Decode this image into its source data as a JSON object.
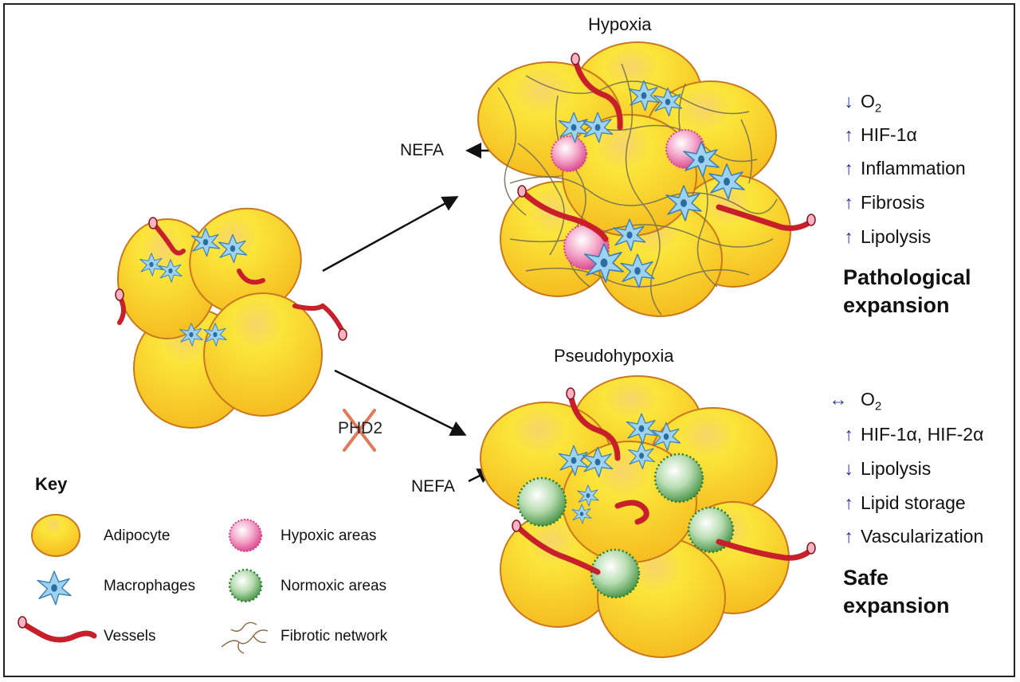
{
  "panel_titles": {
    "top": "Hypoxia",
    "bottom": "Pseudohypoxia"
  },
  "labels": {
    "nefa_top": "NEFA",
    "nefa_bottom": "NEFA",
    "phd2": "PHD2"
  },
  "top_effects": [
    {
      "dir": "down",
      "symbol": "↓",
      "text": "O",
      "sub": "2"
    },
    {
      "dir": "up",
      "symbol": "↑",
      "text": "HIF-1α"
    },
    {
      "dir": "up",
      "symbol": "↑",
      "text": "Inflammation"
    },
    {
      "dir": "up",
      "symbol": "↑",
      "text": "Fibrosis"
    },
    {
      "dir": "up",
      "symbol": "↑",
      "text": "Lipolysis"
    }
  ],
  "top_verdict": {
    "line1": "Pathological",
    "line2": "expansion"
  },
  "bottom_effects": [
    {
      "dir": "both",
      "symbol": "↔",
      "text": "O",
      "sub": "2"
    },
    {
      "dir": "up",
      "symbol": "↑",
      "text": "HIF-1α, HIF-2α"
    },
    {
      "dir": "down",
      "symbol": "↓",
      "text": "Lipolysis"
    },
    {
      "dir": "up",
      "symbol": "↑",
      "text": "Lipid storage"
    },
    {
      "dir": "up",
      "symbol": "↑",
      "text": "Vascularization"
    }
  ],
  "bottom_verdict": {
    "line1": "Safe",
    "line2": "expansion"
  },
  "key": {
    "title": "Key",
    "items": [
      {
        "label": "Adipocyte",
        "icon": "adipocyte-icon"
      },
      {
        "label": "Macrophages",
        "icon": "macrophage-icon"
      },
      {
        "label": "Vessels",
        "icon": "vessel-icon"
      },
      {
        "label": "Hypoxic areas",
        "icon": "hypoxic-area-icon"
      },
      {
        "label": "Normoxic areas",
        "icon": "normoxic-area-icon"
      },
      {
        "label": "Fibrotic network",
        "icon": "fibrotic-network-icon"
      }
    ]
  },
  "colors": {
    "adipocyte_fill": "#f6c51c",
    "adipocyte_stroke": "#c8781e",
    "vessel": "#c8202a",
    "macrophage": "#8ec8ea",
    "hypoxic": "#e26aa4",
    "normoxic": "#4a9a4a",
    "arrow_up_down": "#2b3590"
  }
}
